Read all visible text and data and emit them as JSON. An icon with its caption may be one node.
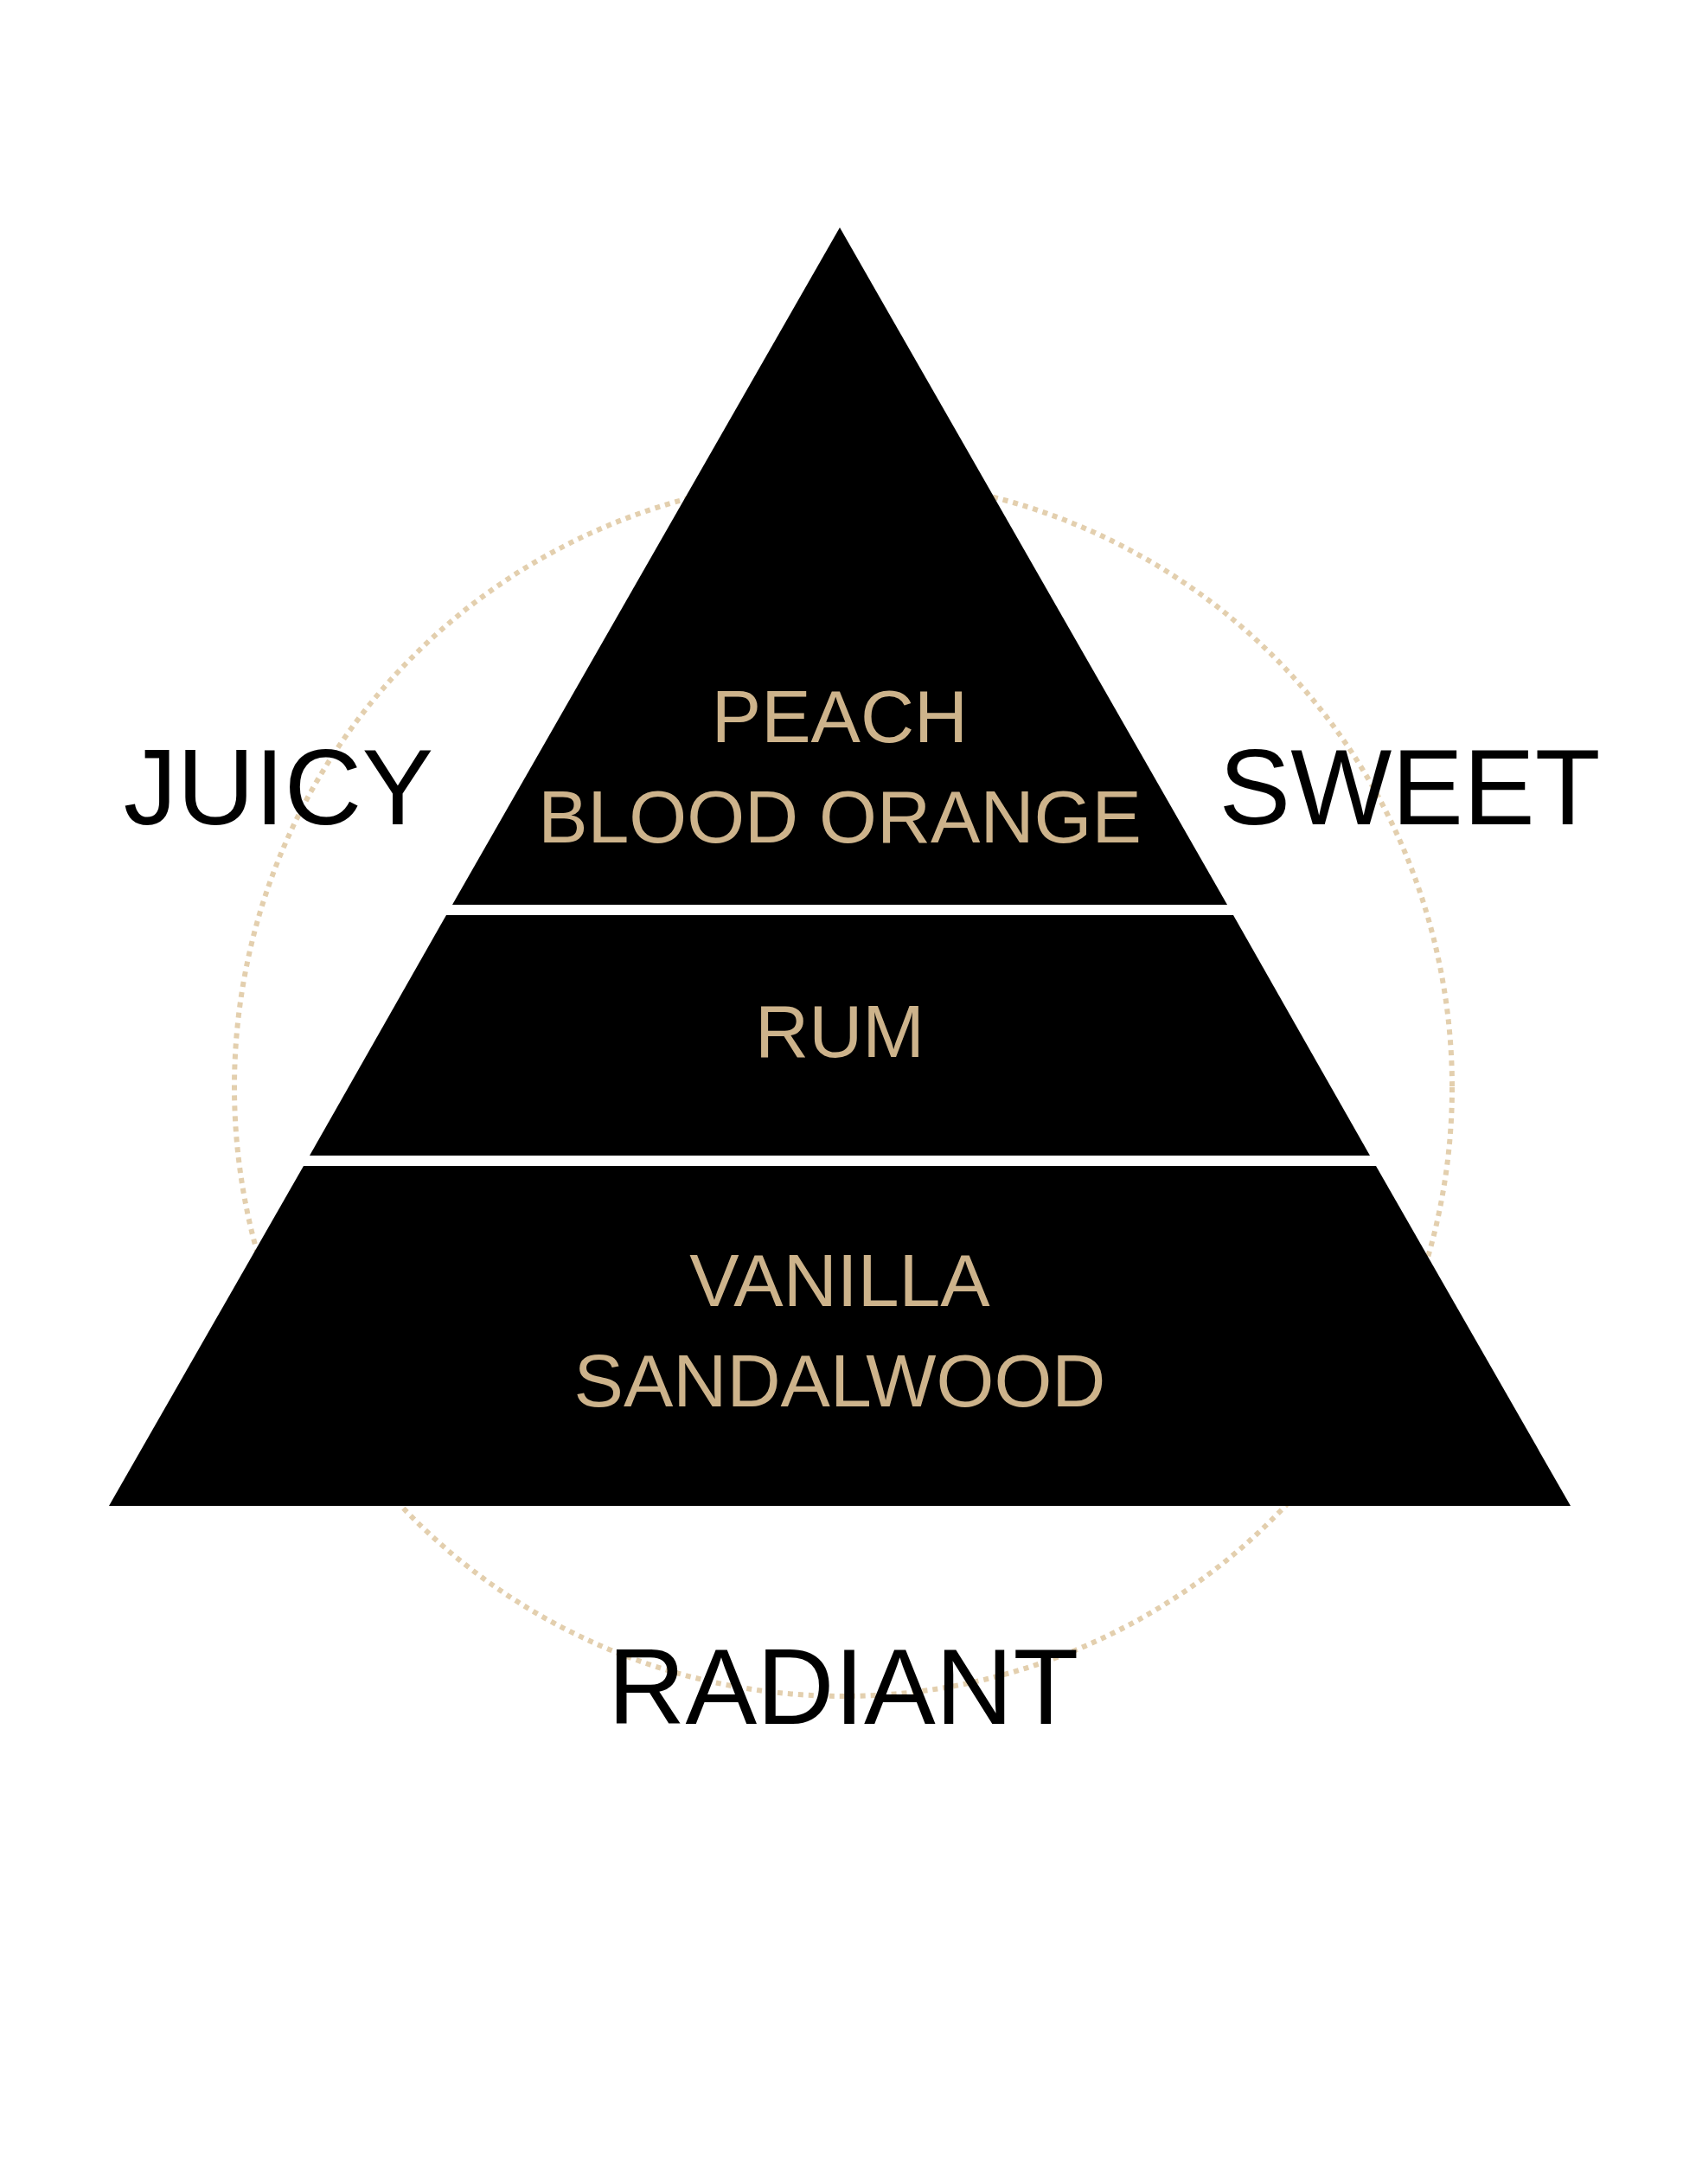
{
  "diagram": {
    "nodes": [
      {
        "text": [
          "PEACH",
          "BLOOD ORANGE"
        ]
      },
      {
        "text": [
          "RUM"
        ]
      },
      {
        "text": [
          "VANILLA",
          "SANDALWOOD"
        ]
      }
    ],
    "labels": [
      "JUICY",
      "SWEET",
      "RADIANT"
    ]
  }
}
